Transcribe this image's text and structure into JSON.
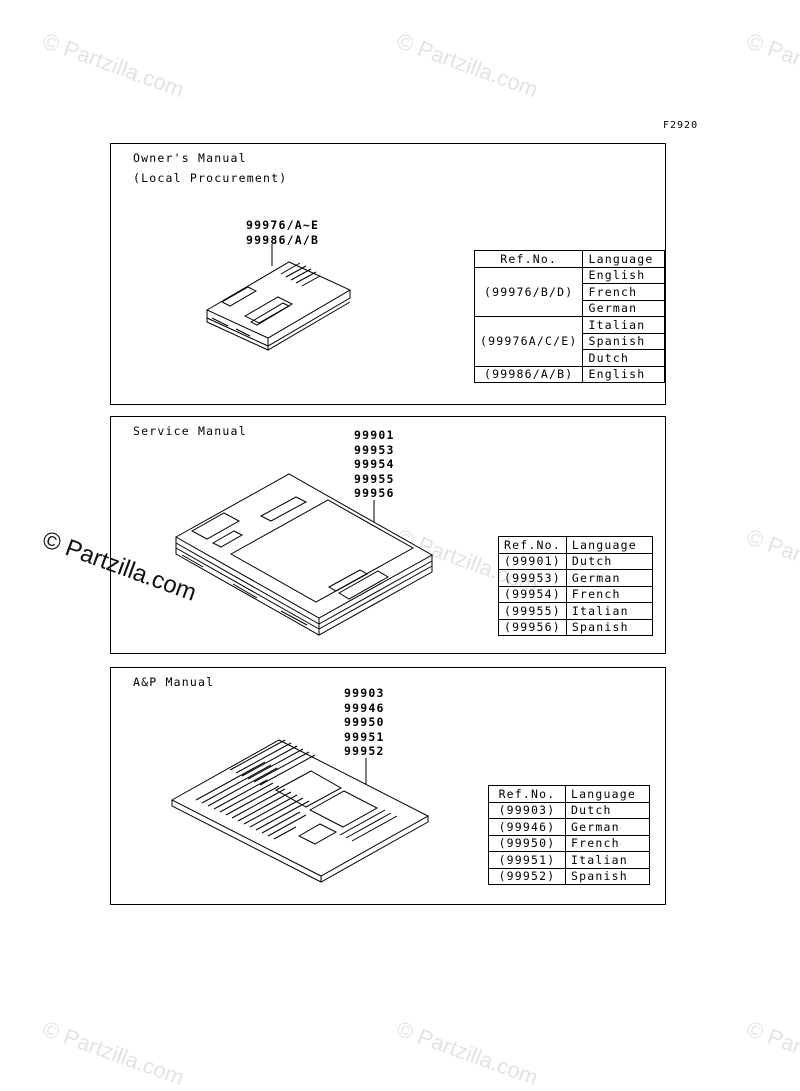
{
  "watermark": {
    "text": "© Partzilla.com"
  },
  "figure_code": "F2920",
  "owners_manual": {
    "title": "Owner's Manual",
    "subtitle": "(Local Procurement)",
    "part_numbers": [
      "99976/A~E",
      "99986/A/B"
    ],
    "table": {
      "headers": [
        "Ref.No.",
        "Language"
      ],
      "groups": [
        {
          "ref": "(99976/B/D)",
          "languages": [
            "English",
            "French",
            "German"
          ]
        },
        {
          "ref": "(99976A/C/E)",
          "languages": [
            "Italian",
            "Spanish",
            "Dutch"
          ]
        },
        {
          "ref": "(99986/A/B)",
          "languages": [
            "English"
          ]
        }
      ]
    }
  },
  "service_manual": {
    "title": "Service Manual",
    "part_numbers": [
      "99901",
      "99953",
      "99954",
      "99955",
      "99956"
    ],
    "table": {
      "headers": [
        "Ref.No.",
        "Language"
      ],
      "rows": [
        {
          "ref": "(99901)",
          "language": "Dutch"
        },
        {
          "ref": "(99953)",
          "language": "German"
        },
        {
          "ref": "(99954)",
          "language": "French"
        },
        {
          "ref": "(99955)",
          "language": "Italian"
        },
        {
          "ref": "(99956)",
          "language": "Spanish"
        }
      ]
    }
  },
  "ap_manual": {
    "title": "A&P Manual",
    "part_numbers": [
      "99903",
      "99946",
      "99950",
      "99951",
      "99952"
    ],
    "table": {
      "headers": [
        "Ref.No.",
        "Language"
      ],
      "rows": [
        {
          "ref": "(99903)",
          "language": "Dutch"
        },
        {
          "ref": "(99946)",
          "language": "German"
        },
        {
          "ref": "(99950)",
          "language": "French"
        },
        {
          "ref": "(99951)",
          "language": "Italian"
        },
        {
          "ref": "(99952)",
          "language": "Spanish"
        }
      ]
    }
  }
}
